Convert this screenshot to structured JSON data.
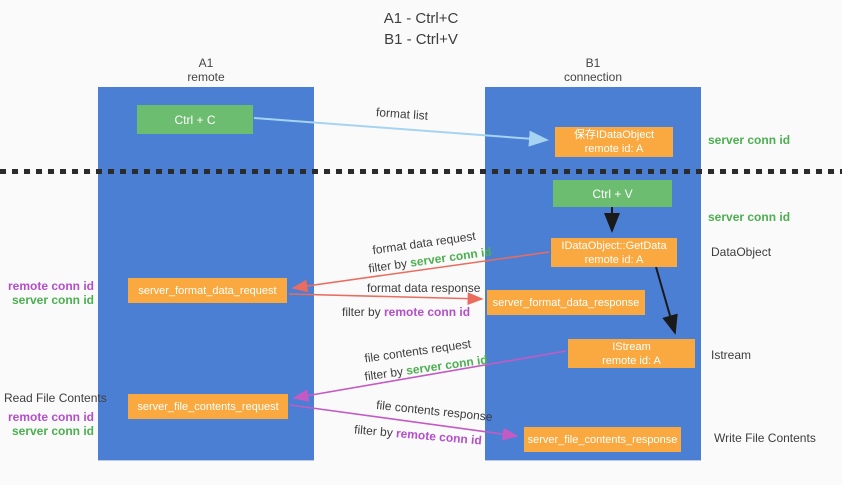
{
  "colors": {
    "column_blue": "#4a7fd4",
    "box_green": "#6cbd70",
    "box_orange": "#f9a93f",
    "label_green": "#4caf50",
    "label_purple": "#b44ecb",
    "arrow_salmon": "#e96c5f",
    "arrow_magenta": "#c45ac4",
    "arrow_lightblue": "#a6d3f2",
    "arrow_black": "#1a1a1a",
    "text_dark": "#3d3d3d"
  },
  "title": {
    "line1": "A1 - Ctrl+C",
    "line2": "B1 - Ctrl+V"
  },
  "lanes": {
    "a": {
      "name": "A1",
      "role": "remote"
    },
    "b": {
      "name": "B1",
      "role": "connection"
    }
  },
  "nodes": {
    "ctrl_c": {
      "label": "Ctrl + C"
    },
    "ctrl_v": {
      "label": "Ctrl + V"
    },
    "save_idataobject": {
      "line1": "保存IDataObject",
      "line2": "remote id: A"
    },
    "getdata": {
      "line1": "IDataObject::GetData",
      "line2": "remote id: A"
    },
    "istream": {
      "line1": "IStream",
      "line2": "remote id: A"
    },
    "format_request": {
      "label": "server_format_data_request"
    },
    "format_response": {
      "label": "server_format_data_response"
    },
    "file_request": {
      "label": "server_file_contents_request"
    },
    "file_response": {
      "label": "server_file_contents_response"
    }
  },
  "arrow_labels": {
    "format_list": "format list",
    "format_data_request": "format data request",
    "format_data_request_filter_prefix": "filter by ",
    "format_data_request_filter_key": "server conn id",
    "format_data_response": "format data response",
    "format_data_response_filter_prefix": "filter by ",
    "format_data_response_filter_key": "remote conn id",
    "file_contents_request": "file contents request",
    "file_contents_request_filter_prefix": "filter by ",
    "file_contents_request_filter_key": "server conn id",
    "file_contents_response": "file contents response",
    "file_contents_response_filter_prefix": "filter by ",
    "file_contents_response_filter_key": "remote conn id"
  },
  "side_labels": {
    "right_server_conn_id_1": "server conn id",
    "right_server_conn_id_2": "server conn id",
    "right_dataobject": "DataObject",
    "right_istream": "Istream",
    "right_write_file_contents": "Write File Contents",
    "left_remote_conn_id_1": "remote conn id",
    "left_server_conn_id_1": "server conn id",
    "left_read_file_contents": "Read File Contents",
    "left_remote_conn_id_2": "remote conn id",
    "left_server_conn_id_2": "server conn id"
  }
}
